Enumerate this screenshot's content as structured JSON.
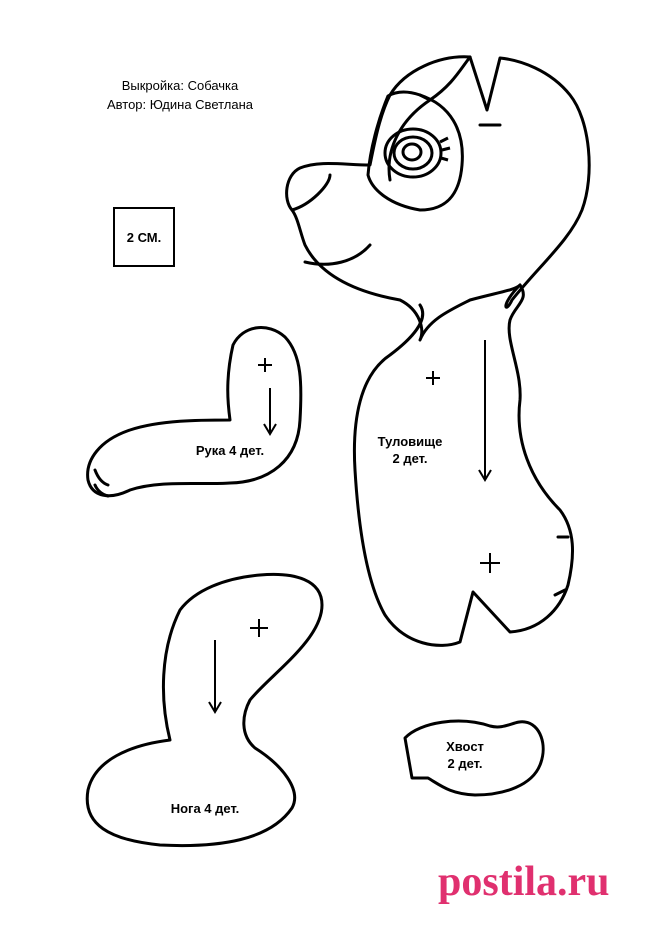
{
  "header": {
    "pattern_title": "Выкройка: Собачка",
    "author_line": "Автор: Юдина Светлана"
  },
  "scale": {
    "label": "2 СМ."
  },
  "pieces": {
    "arm": {
      "label": "Рука 4 дет."
    },
    "body": {
      "name": "Туловище",
      "count": "2 дет."
    },
    "leg": {
      "label": "Нога 4 дет."
    },
    "tail": {
      "name": "Хвост",
      "count": "2 дет."
    }
  },
  "watermark": {
    "text": "postila.ru",
    "color": "#e0306f"
  },
  "colors": {
    "outline": "#000000",
    "background": "#ffffff"
  }
}
